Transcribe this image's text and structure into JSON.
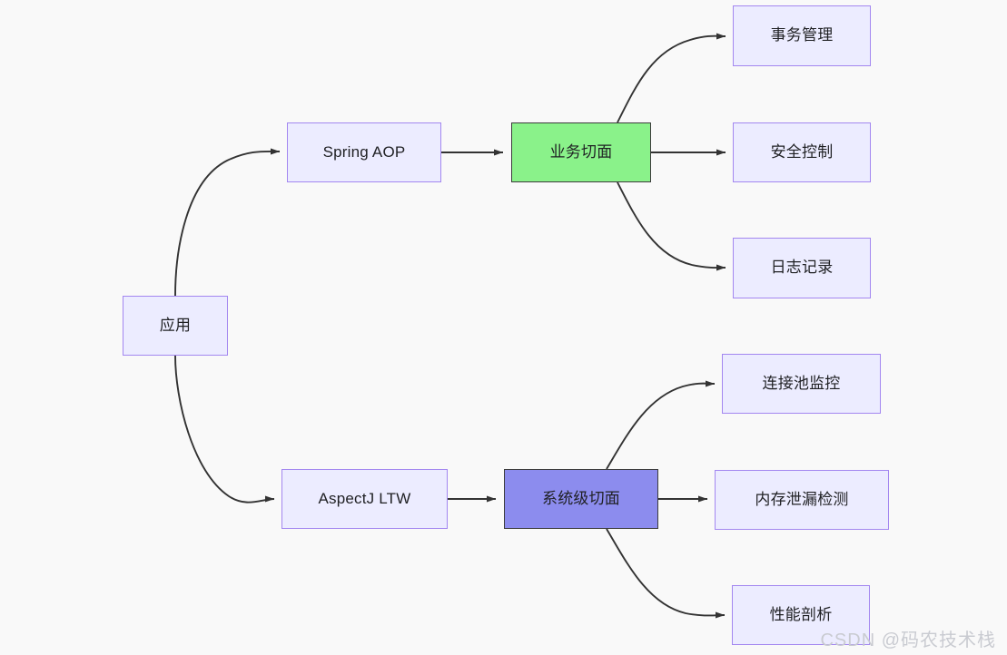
{
  "diagram": {
    "type": "flowchart",
    "direction": "left-to-right",
    "background_color": "#f9f9f9",
    "edge_color": "#333333",
    "nodes": [
      {
        "id": "app",
        "label": "应用",
        "style": "default"
      },
      {
        "id": "spring",
        "label": "Spring AOP",
        "style": "default"
      },
      {
        "id": "aspectj",
        "label": "AspectJ LTW",
        "style": "default"
      },
      {
        "id": "biz",
        "label": "业务切面",
        "style": "green",
        "fill": "#8af28a",
        "stroke": "#3c3c3c"
      },
      {
        "id": "sys",
        "label": "系统级切面",
        "style": "periwinkle",
        "fill": "#8c8cee",
        "stroke": "#3c3c3c"
      },
      {
        "id": "tx",
        "label": "事务管理",
        "style": "default"
      },
      {
        "id": "security",
        "label": "安全控制",
        "style": "default"
      },
      {
        "id": "logging",
        "label": "日志记录",
        "style": "default"
      },
      {
        "id": "pool",
        "label": "连接池监控",
        "style": "default"
      },
      {
        "id": "memleak",
        "label": "内存泄漏检测",
        "style": "default"
      },
      {
        "id": "profiling",
        "label": "性能剖析",
        "style": "default"
      }
    ],
    "edges": [
      {
        "from": "app",
        "to": "spring"
      },
      {
        "from": "app",
        "to": "aspectj"
      },
      {
        "from": "spring",
        "to": "biz"
      },
      {
        "from": "aspectj",
        "to": "sys"
      },
      {
        "from": "biz",
        "to": "tx"
      },
      {
        "from": "biz",
        "to": "security"
      },
      {
        "from": "biz",
        "to": "logging"
      },
      {
        "from": "sys",
        "to": "pool"
      },
      {
        "from": "sys",
        "to": "memleak"
      },
      {
        "from": "sys",
        "to": "profiling"
      }
    ],
    "node_default_fill": "#ececff",
    "node_default_stroke": "#a387f0"
  },
  "watermark": {
    "text": "CSDN @码农技术栈"
  }
}
